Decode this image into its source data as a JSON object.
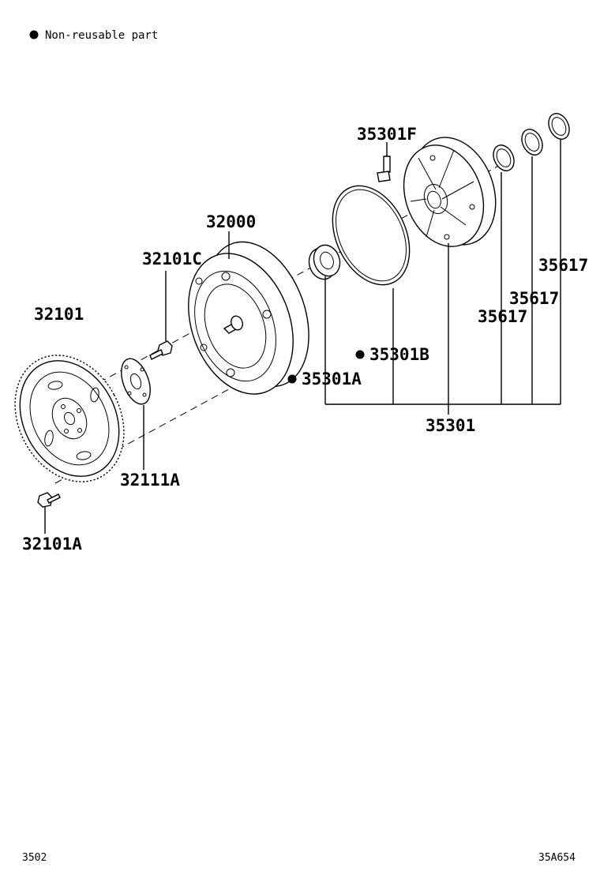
{
  "legend": {
    "bullet": "●",
    "text": "Non-reusable part"
  },
  "labels": {
    "p35301F": "35301F",
    "p32000": "32000",
    "p32101C": "32101C",
    "p32101": "32101",
    "p35617_a": "35617",
    "p35617_b": "35617",
    "p35617_c": "35617",
    "p35301B": "35301B",
    "p35301A": "35301A",
    "p35301": "35301",
    "p32111A": "32111A",
    "p32101A": "32101A"
  },
  "non_reusable_bullet": "●",
  "footer": {
    "left": "3502",
    "right": "35A654"
  }
}
